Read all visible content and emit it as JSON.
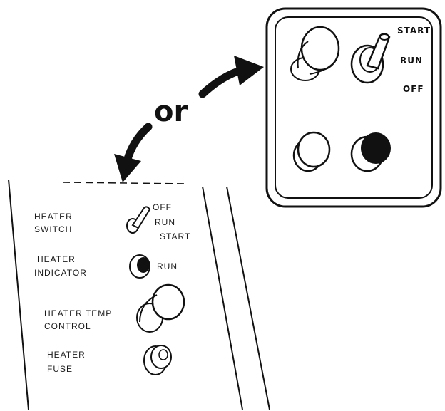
{
  "connector": {
    "word": "or"
  },
  "new_panel": {
    "switch_positions": {
      "start": "START",
      "run": "RUN",
      "off": "OFF"
    }
  },
  "old_panel": {
    "heater_switch": {
      "line1": "HEATER",
      "line2": "SWITCH",
      "positions": {
        "off": "OFF",
        "run": "RUN",
        "start": "START"
      }
    },
    "heater_indicator": {
      "line1": "HEATER",
      "line2": "INDICATOR",
      "state": "RUN"
    },
    "heater_temp_control": {
      "line1": "HEATER TEMP",
      "line2": "CONTROL"
    },
    "heater_fuse": {
      "line1": "HEATER",
      "line2": "FUSE"
    }
  }
}
